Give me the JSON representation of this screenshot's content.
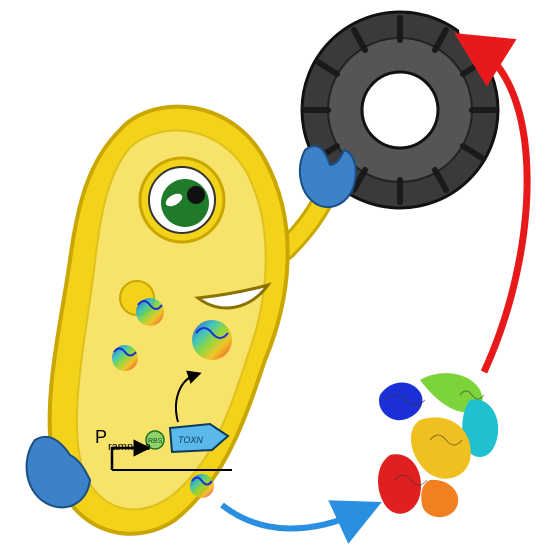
{
  "labels": {
    "promoter_letter": "P",
    "promoter_subscript": "ramnose",
    "rbs": "RBS",
    "gene": "TOXN"
  },
  "colors": {
    "cell_body": "#f3d21a",
    "cell_outline": "#c9a600",
    "cell_interior": "#f7e26a",
    "eye_iris": "#1f7a2a",
    "glove": "#3d82c8",
    "tire": "#3a3a3a",
    "arrow_red": "#e8191b",
    "arrow_blue": "#2a8fe0",
    "gene_box": "#5ab9ea",
    "rbs_circle": "#8fd16a"
  },
  "icons": [
    "bacterium-character",
    "tire-icon",
    "protein-structure-icon",
    "gene-construct-diagram",
    "curved-arrow-icon"
  ]
}
